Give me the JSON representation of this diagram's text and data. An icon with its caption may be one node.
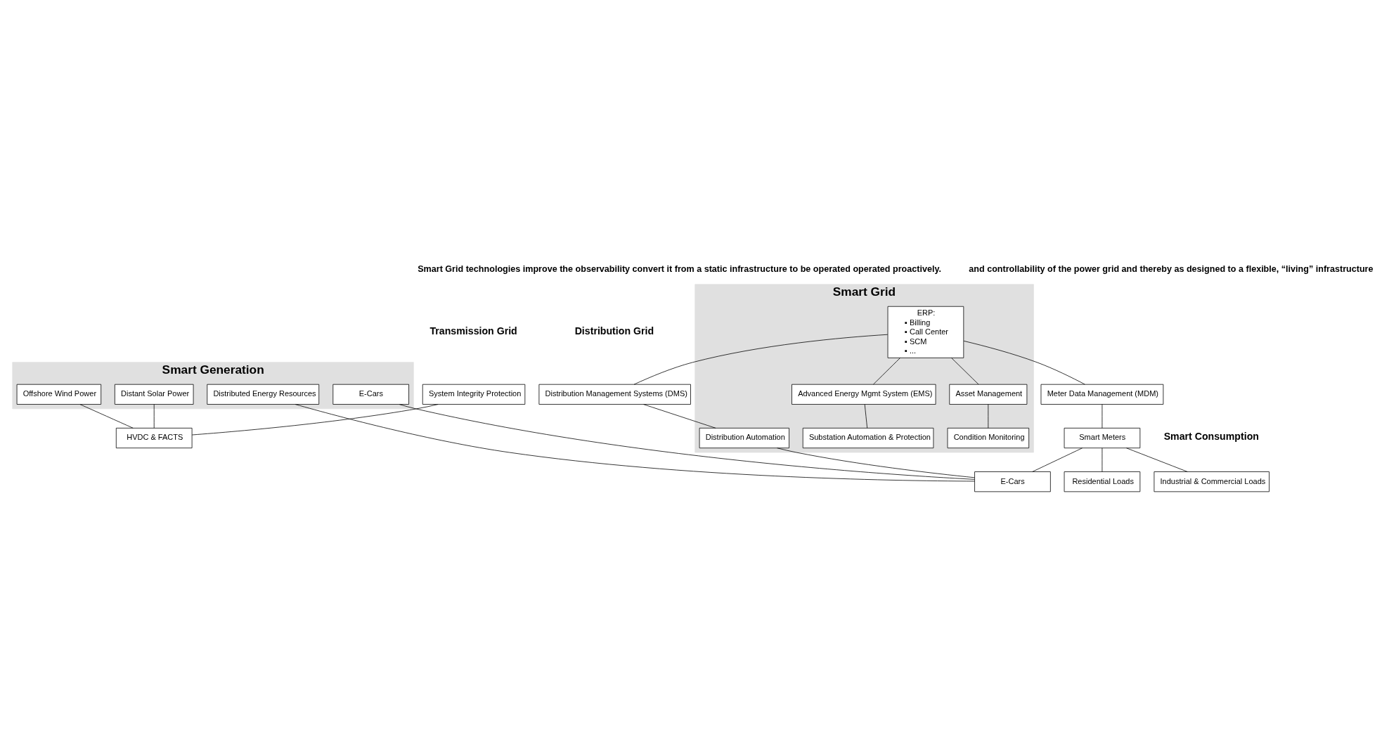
{
  "diagram": {
    "nodes": [
      {
        "text": [
          "Smart Generation"
        ]
      },
      {
        "text": [
          "Offshore Wind Power"
        ],
        "in": 0
      },
      {
        "text": [
          "Distant Solar Power"
        ],
        "in": 0
      },
      {
        "text": [
          "Distributed Energy Resources"
        ],
        "in": 0
      },
      {
        "text": [
          "E-Cars"
        ],
        "in": 0
      },
      {
        "text": [
          "Smart Grid"
        ]
      },
      {
        "text": [
          "ERP:",
          "▪ Billing",
          "▪ Call Center",
          "▪ SCM",
          "▪ ..."
        ],
        "in": 5
      },
      {
        "text": [
          "System Integrity Protection"
        ]
      },
      {
        "text": [
          "Advanced Energy Mgmt System (EMS)"
        ],
        "in": 5
      },
      {
        "text": [
          "Asset Management"
        ],
        "in": 5
      },
      {
        "text": [
          "Distribution Management Systems (DMS)"
        ]
      },
      {
        "text": [
          "Meter Data Management (MDM)"
        ]
      },
      {
        "text": [
          "HVDC & FACTS"
        ]
      },
      {
        "text": [
          "Substation Automation & Protection"
        ],
        "in": 5
      },
      {
        "text": [
          "Condition Monitoring"
        ],
        "in": 5
      },
      {
        "text": [
          "Distribution Automation"
        ],
        "in": 5
      },
      {
        "text": [
          "Smart Meters"
        ]
      },
      {
        "text": [
          "Industrial & Commercial Loads"
        ]
      },
      {
        "text": [
          "Residential Loads"
        ]
      },
      {
        "text": [
          "E-Cars"
        ]
      }
    ],
    "edges": [
      {
        "from": 6,
        "to": 8,
        "arrow": "none"
      },
      {
        "from": 6,
        "to": 9,
        "arrow": "none"
      },
      {
        "from": 6,
        "to": 10,
        "arrow": "none"
      },
      {
        "from": 6,
        "to": 11,
        "arrow": "none"
      },
      {
        "from": 7,
        "to": 12,
        "arrow": "none"
      },
      {
        "from": 8,
        "to": 13,
        "arrow": "none"
      },
      {
        "from": 9,
        "to": 14,
        "arrow": "none"
      },
      {
        "from": 10,
        "to": 15,
        "arrow": "none"
      },
      {
        "from": 11,
        "to": 16,
        "arrow": "none"
      },
      {
        "from": 1,
        "to": 12,
        "arrow": "none"
      },
      {
        "from": 2,
        "to": 12,
        "arrow": "none"
      },
      {
        "from": 3,
        "to": 19,
        "arrow": "none"
      },
      {
        "from": 4,
        "to": 19,
        "arrow": "none"
      },
      {
        "from": 15,
        "to": 19,
        "arrow": "none"
      },
      {
        "from": 16,
        "to": 17,
        "arrow": "none"
      },
      {
        "from": 16,
        "to": 18,
        "arrow": "none"
      },
      {
        "from": 16,
        "to": 19,
        "arrow": "none"
      }
    ],
    "labels": [
      "Smart Grid technologies improve the observability convert it from a static infrastructure to be operated operated proactively.",
      "and controllability of the power grid and thereby as designed to a flexible, “living” infrastructure",
      "Transmission Grid",
      "Distribution Grid",
      "Smart Consumption"
    ]
  }
}
